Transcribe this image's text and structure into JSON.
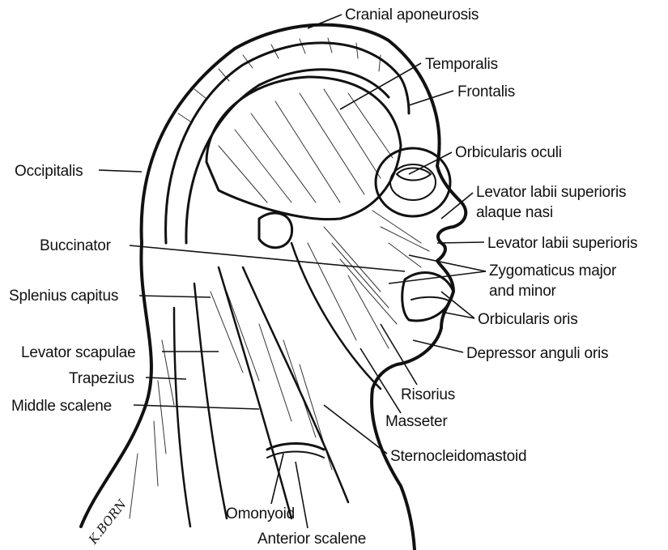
{
  "diagram": {
    "labels": {
      "cranial_aponeurosis": "Cranial aponeurosis",
      "temporalis": "Temporalis",
      "frontalis": "Frontalis",
      "orbicularis_oculi": "Orbicularis oculi",
      "levator_labii_alaque_1": "Levator labii superioris",
      "levator_labii_alaque_2": "alaque nasi",
      "levator_labii_superioris": "Levator labii superioris",
      "zygomaticus_1": "Zygomaticus major",
      "zygomaticus_2": "and minor",
      "orbicularis_oris": "Orbicularis oris",
      "depressor_anguli_oris": "Depressor anguli oris",
      "risorius": "Risorius",
      "masseter": "Masseter",
      "sternocleidomastoid": "Sternocleidomastoid",
      "anterior_scalene": "Anterior scalene",
      "omonyoid": "Omonyoid",
      "occipitalis": "Occipitalis",
      "buccinator": "Buccinator",
      "splenius_capitus": "Splenius capitus",
      "levator_scapulae": "Levator scapulae",
      "trapezius": "Trapezius",
      "middle_scalene": "Middle scalene"
    },
    "signature": "K.BORN"
  },
  "colors": {
    "ink": "#111111",
    "paper": "#ffffff"
  }
}
